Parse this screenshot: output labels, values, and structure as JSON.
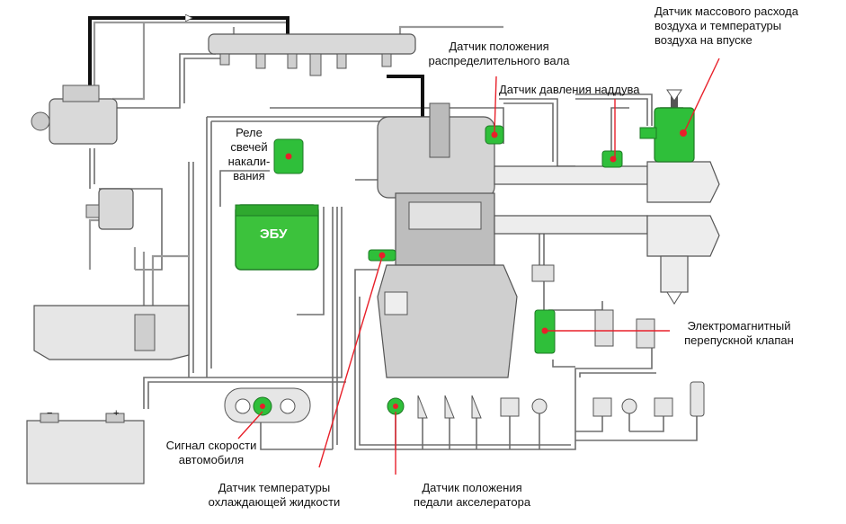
{
  "labels": {
    "maf_sensor": "Датчик массового расхода\nвоздуха и температуры\nвоздуха на впуске",
    "camshaft_sensor": "Датчик положения\nраспределительного вала",
    "boost_sensor": "Датчик давления наддува",
    "glow_relay": "Реле\nсвечей\nнакали-\nвания",
    "ecu": "ЭБУ",
    "bypass_valve": "Электромагнитный\nперепускной клапан",
    "speed_signal": "Сигнал скорости\nавтомобиля",
    "coolant_sensor": "Датчик температуры\nохлаждающей жидкости",
    "pedal_sensor": "Датчик положения\nпедали акселератора",
    "battery_minus": "−",
    "battery_plus": "+"
  },
  "colors": {
    "sensor_green": "#2fbf3a",
    "ecu_green": "#3cc23c",
    "marker_red": "#e8202a",
    "line_gray": "#6e6e6e",
    "component_fill": "#d9d9d9",
    "callout_red": "#e8202a"
  }
}
